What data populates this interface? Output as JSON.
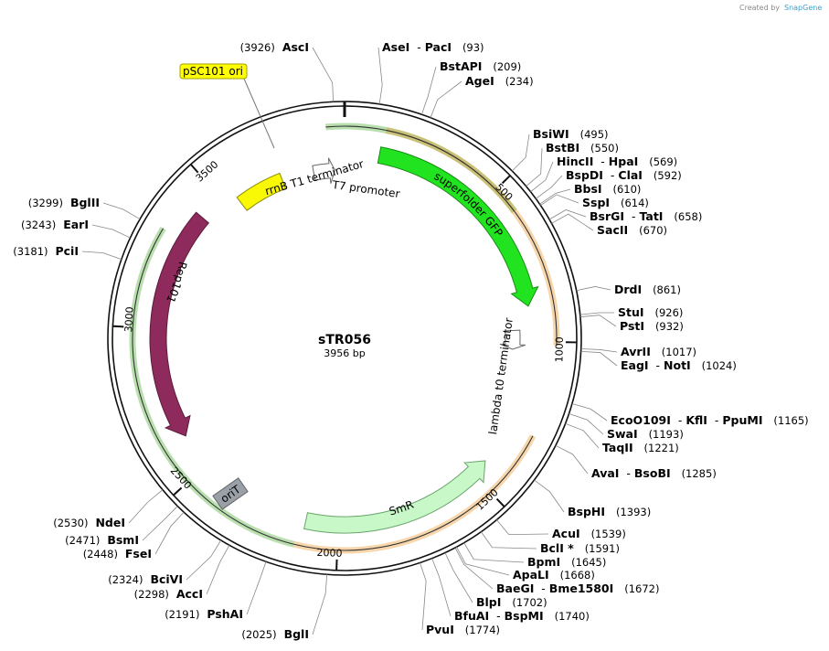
{
  "credit": {
    "prefix": "Created by",
    "brand": "SnapGene"
  },
  "plasmid": {
    "name": "sTR056",
    "size_label": "3956 bp",
    "length": 3956
  },
  "ticks": [
    {
      "pos": 500,
      "label": "500"
    },
    {
      "pos": 1000,
      "label": "1000"
    },
    {
      "pos": 1500,
      "label": "1500"
    },
    {
      "pos": 2000,
      "label": "2000"
    },
    {
      "pos": 2500,
      "label": "2500"
    },
    {
      "pos": 3000,
      "label": "3000"
    },
    {
      "pos": 3500,
      "label": "3500"
    }
  ],
  "features": [
    {
      "id": "sfgfp",
      "label": "superfolder GFP",
      "start": 118,
      "end": 880,
      "strand": 1,
      "color": "#22e31f",
      "stroke": "#1a8c16",
      "text_color": "#000000"
    },
    {
      "id": "smr",
      "label": "SmR",
      "start": 1440,
      "end": 2110,
      "strand": -1,
      "color": "#c8f7c8",
      "stroke": "#6aa56a",
      "text_color": "#000000"
    },
    {
      "id": "rep101",
      "label": "Rep101",
      "start": 2620,
      "end": 3410,
      "strand": -1,
      "color": "#8f2b5c",
      "stroke": "#5a1a3a",
      "text_color": "#ffffff"
    },
    {
      "id": "rrnb",
      "label": "rrnB T1 terminator",
      "start": 3545,
      "end": 3720,
      "strand": 0,
      "color": "#f9f906",
      "stroke": "#888800",
      "text_color": "#000000"
    },
    {
      "id": "t7",
      "label": "T7 promoter",
      "start": 3840,
      "end": 3920,
      "strand": 1,
      "color": "#ffffff",
      "stroke": "#666666",
      "text_color": "#000000"
    },
    {
      "id": "lambda",
      "label": "lambda t0 terminator",
      "start": 960,
      "end": 1030,
      "strand": 1,
      "color": "#ffffff",
      "stroke": "#666666",
      "text_color": "#000000"
    }
  ],
  "outer_arcs": [
    {
      "start": 3900,
      "end": 585,
      "color": "#3aa21b"
    },
    {
      "start": 125,
      "end": 1010,
      "color": "#e88a12"
    },
    {
      "start": 1290,
      "end": 2130,
      "color": "#e88a12"
    },
    {
      "start": 2130,
      "end": 3310,
      "color": "#3aa21b"
    }
  ],
  "labeled_boxes": [
    {
      "id": "psc101",
      "label": "pSC101 ori",
      "fill": "#ffff00",
      "stroke": "#a0a000"
    },
    {
      "id": "orit",
      "label": "oriT",
      "fill": "#9aa0a8",
      "stroke": "#666666"
    }
  ],
  "sites": [
    {
      "names": [
        "AscI"
      ],
      "pos": 3926,
      "display": "(3926)"
    },
    {
      "names": [
        "AseI",
        "PacI"
      ],
      "pos": 93,
      "display": "(93)"
    },
    {
      "names": [
        "BstAPI"
      ],
      "pos": 209,
      "display": "(209)"
    },
    {
      "names": [
        "AgeI"
      ],
      "pos": 234,
      "display": "(234)"
    },
    {
      "names": [
        "BsiWI"
      ],
      "pos": 495,
      "display": "(495)"
    },
    {
      "names": [
        "BstBI"
      ],
      "pos": 550,
      "display": "(550)"
    },
    {
      "names": [
        "HincII",
        "HpaI"
      ],
      "pos": 569,
      "display": "(569)"
    },
    {
      "names": [
        "BspDI",
        "ClaI"
      ],
      "pos": 592,
      "display": "(592)"
    },
    {
      "names": [
        "BbsI"
      ],
      "pos": 610,
      "display": "(610)"
    },
    {
      "names": [
        "SspI"
      ],
      "pos": 614,
      "display": "(614)"
    },
    {
      "names": [
        "BsrGI",
        "TatI"
      ],
      "pos": 658,
      "display": "(658)"
    },
    {
      "names": [
        "SacII"
      ],
      "pos": 670,
      "display": "(670)"
    },
    {
      "names": [
        "DrdI"
      ],
      "pos": 861,
      "display": "(861)"
    },
    {
      "names": [
        "StuI"
      ],
      "pos": 926,
      "display": "(926)"
    },
    {
      "names": [
        "PstI"
      ],
      "pos": 932,
      "display": "(932)"
    },
    {
      "names": [
        "AvrII"
      ],
      "pos": 1017,
      "display": "(1017)"
    },
    {
      "names": [
        "EagI",
        "NotI"
      ],
      "pos": 1024,
      "display": "(1024)"
    },
    {
      "names": [
        "EcoO109I",
        "KflI",
        "PpuMI"
      ],
      "pos": 1165,
      "display": "(1165)"
    },
    {
      "names": [
        "SwaI"
      ],
      "pos": 1193,
      "display": "(1193)"
    },
    {
      "names": [
        "TaqII"
      ],
      "pos": 1221,
      "display": "(1221)"
    },
    {
      "names": [
        "AvaI",
        "BsoBI"
      ],
      "pos": 1285,
      "display": "(1285)"
    },
    {
      "names": [
        "BspHI"
      ],
      "pos": 1393,
      "display": "(1393)"
    },
    {
      "names": [
        "AcuI"
      ],
      "pos": 1539,
      "display": "(1539)"
    },
    {
      "names": [
        "BclI *"
      ],
      "pos": 1591,
      "display": "(1591)"
    },
    {
      "names": [
        "BpmI"
      ],
      "pos": 1645,
      "display": "(1645)"
    },
    {
      "names": [
        "ApaLI"
      ],
      "pos": 1668,
      "display": "(1668)"
    },
    {
      "names": [
        "BaeGI",
        "Bme1580I"
      ],
      "pos": 1672,
      "display": "(1672)"
    },
    {
      "names": [
        "BlpI"
      ],
      "pos": 1702,
      "display": "(1702)"
    },
    {
      "names": [
        "BfuAI",
        "BspMI"
      ],
      "pos": 1740,
      "display": "(1740)"
    },
    {
      "names": [
        "PvuI"
      ],
      "pos": 1774,
      "display": "(1774)"
    },
    {
      "names": [
        "BglI"
      ],
      "pos": 2025,
      "display": "(2025)"
    },
    {
      "names": [
        "PshAI"
      ],
      "pos": 2191,
      "display": "(2191)"
    },
    {
      "names": [
        "AccI"
      ],
      "pos": 2298,
      "display": "(2298)"
    },
    {
      "names": [
        "BciVI"
      ],
      "pos": 2324,
      "display": "(2324)"
    },
    {
      "names": [
        "FseI"
      ],
      "pos": 2448,
      "display": "(2448)"
    },
    {
      "names": [
        "BsmI"
      ],
      "pos": 2471,
      "display": "(2471)"
    },
    {
      "names": [
        "NdeI"
      ],
      "pos": 2530,
      "display": "(2530)"
    },
    {
      "names": [
        "PciI"
      ],
      "pos": 3181,
      "display": "(3181)"
    },
    {
      "names": [
        "EarI"
      ],
      "pos": 3243,
      "display": "(3243)"
    },
    {
      "names": [
        "BglII"
      ],
      "pos": 3299,
      "display": "(3299)"
    }
  ]
}
